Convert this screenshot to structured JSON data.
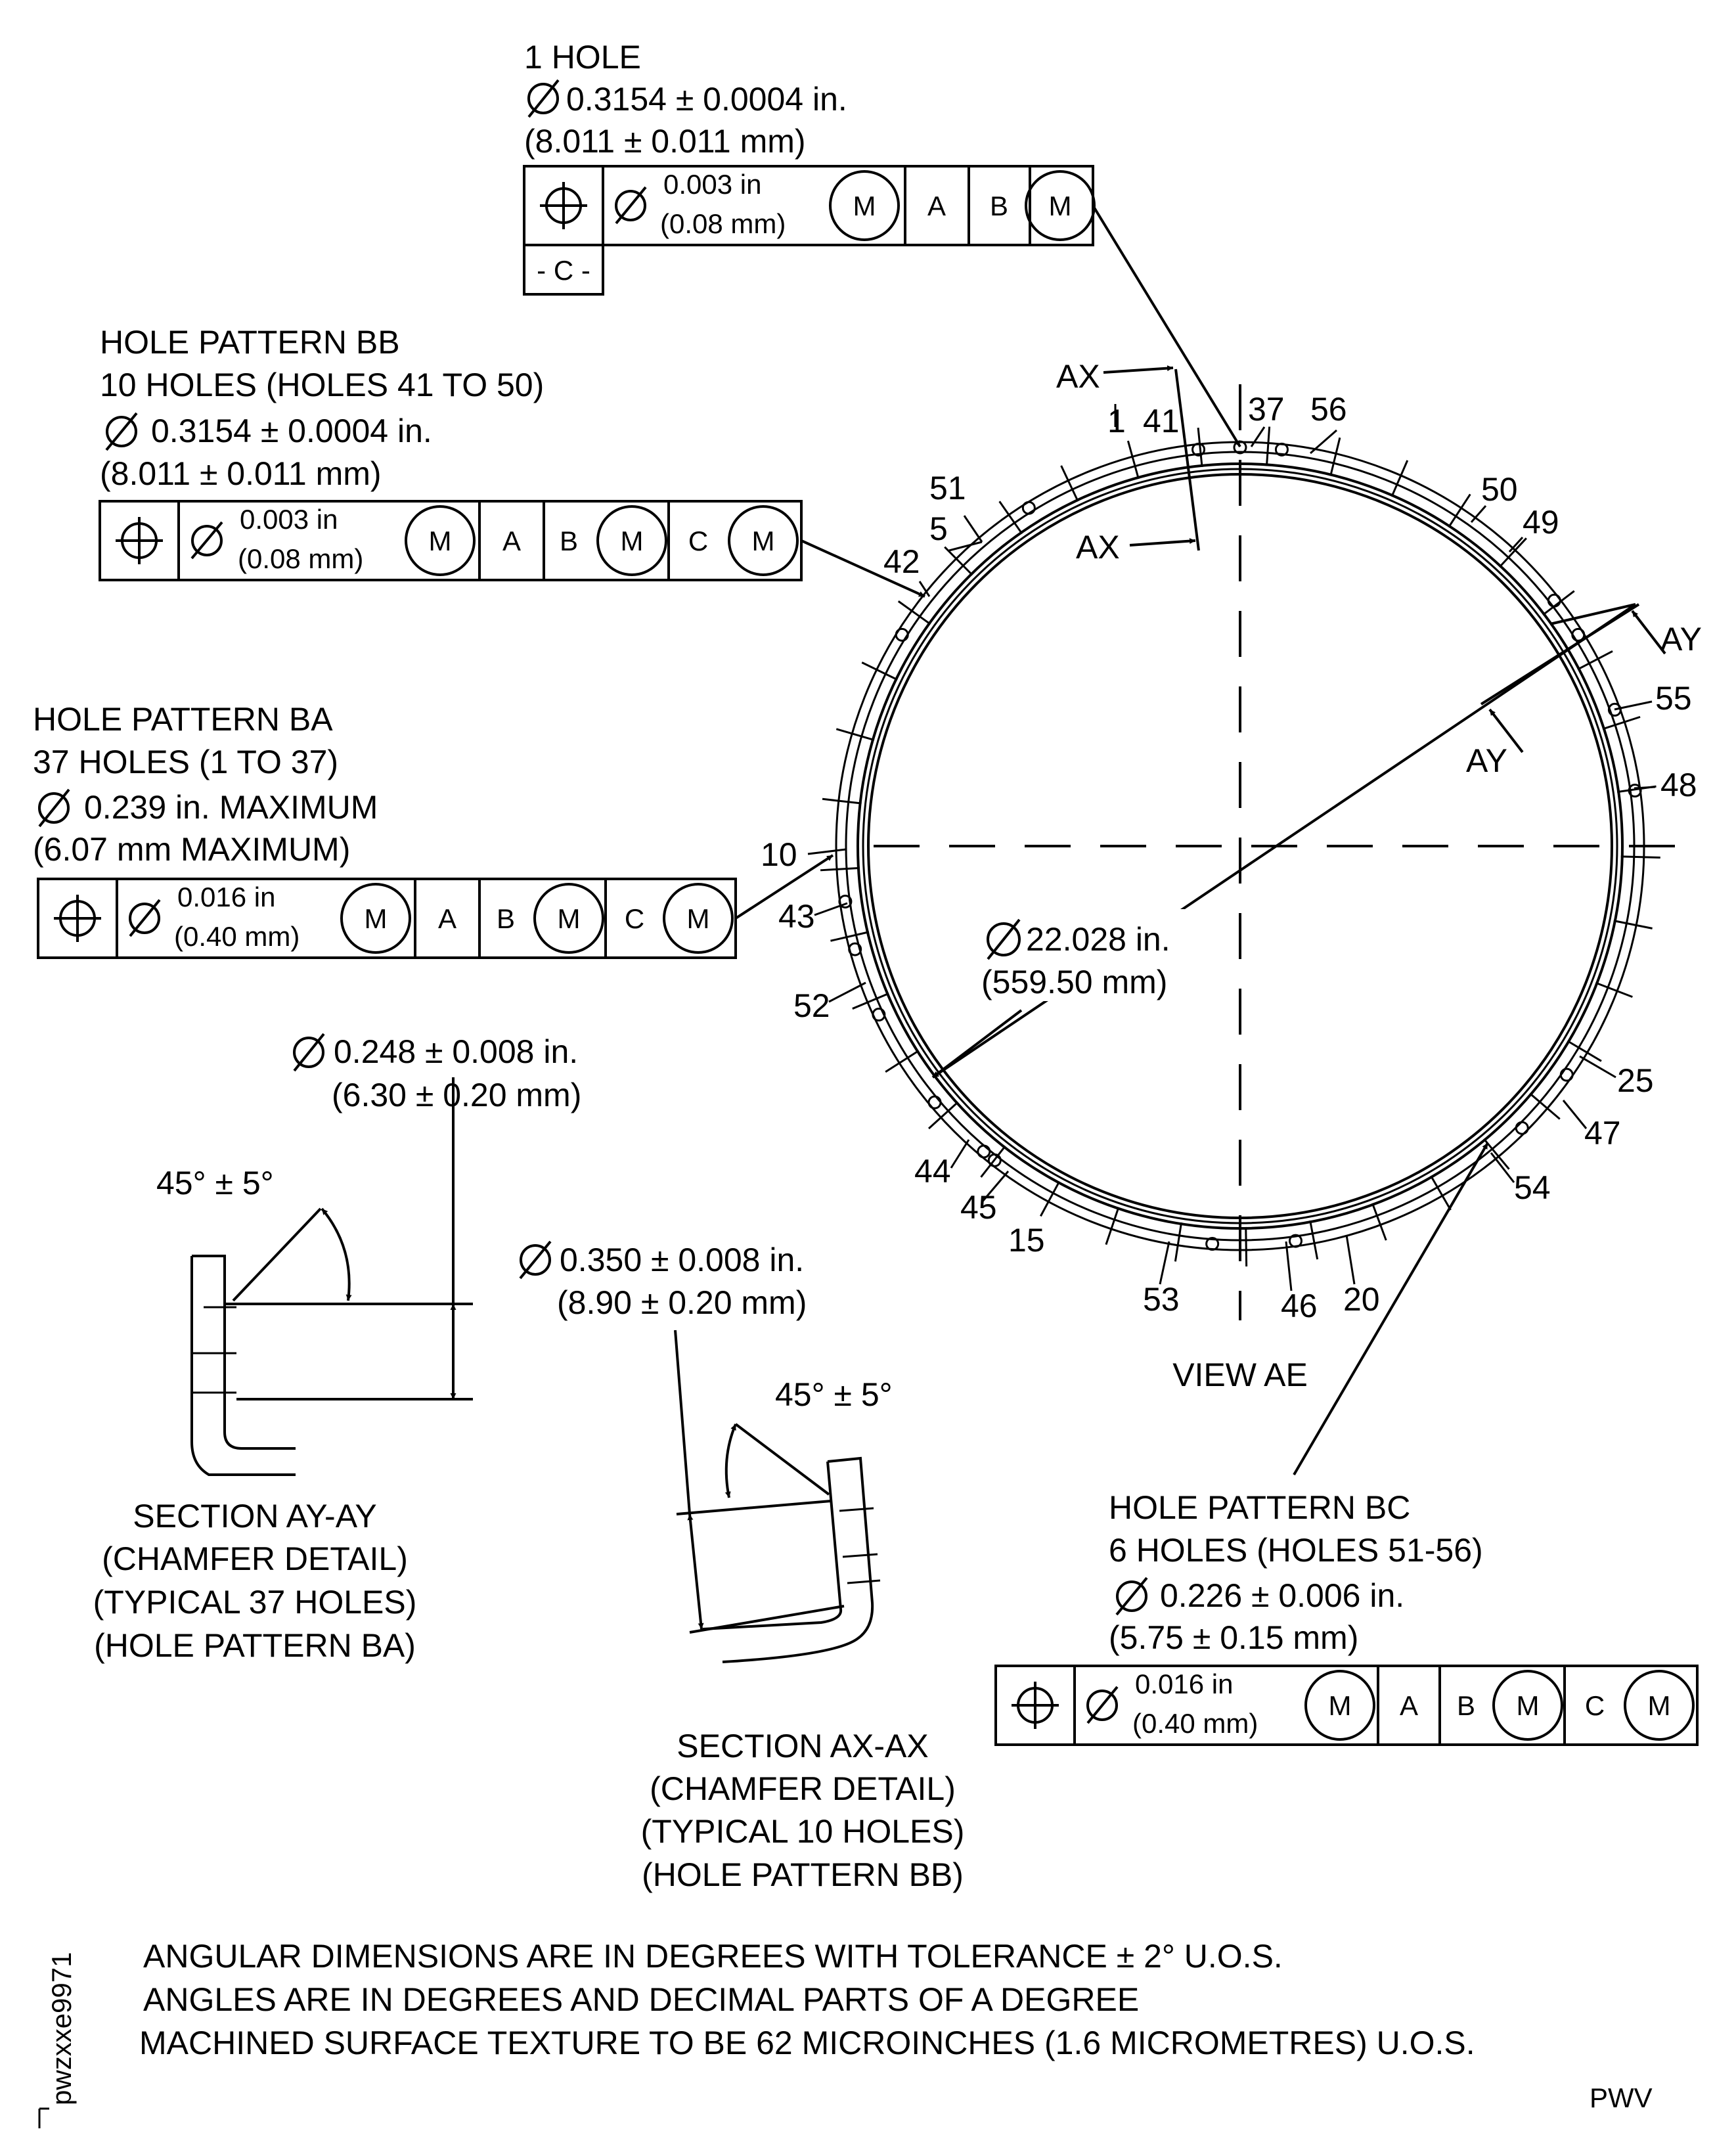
{
  "single_hole": {
    "count": "1 HOLE",
    "dia_in": "0.3154 ± 0.0004 in.",
    "dia_mm": "(8.011 ± 0.011 mm)",
    "fcf": {
      "tol_in": "0.003 in",
      "tol_mm": "(0.08 mm)",
      "mod": "M",
      "datum1": "A",
      "datum2": "B",
      "datum2_mod": "M"
    },
    "datum_id": "- C -"
  },
  "pattern_bb": {
    "title": "HOLE PATTERN BB",
    "count": "10 HOLES (HOLES 41 TO 50)",
    "dia_in": "0.3154 ± 0.0004 in.",
    "dia_mm": "(8.011 ± 0.011 mm)",
    "fcf": {
      "tol_in": "0.003 in",
      "tol_mm": "(0.08 mm)",
      "mod": "M",
      "datum1": "A",
      "datum2": "B",
      "datum2_mod": "M",
      "datum3": "C",
      "datum3_mod": "M"
    }
  },
  "pattern_ba": {
    "title": "HOLE PATTERN BA",
    "count": "37 HOLES (1 TO 37)",
    "dia_in": "0.239 in. MAXIMUM",
    "dia_mm": "(6.07 mm MAXIMUM)",
    "fcf": {
      "tol_in": "0.016 in",
      "tol_mm": "(0.40 mm)",
      "mod": "M",
      "datum1": "A",
      "datum2": "B",
      "datum2_mod": "M",
      "datum3": "C",
      "datum3_mod": "M"
    }
  },
  "pattern_bc": {
    "title": "HOLE PATTERN BC",
    "count": "6 HOLES (HOLES 51-56)",
    "dia_in": "0.226 ± 0.006 in.",
    "dia_mm": "(5.75 ± 0.15 mm)",
    "fcf": {
      "tol_in": "0.016 in",
      "tol_mm": "(0.40 mm)",
      "mod": "M",
      "datum1": "A",
      "datum2": "B",
      "datum2_mod": "M",
      "datum3": "C",
      "datum3_mod": "M"
    }
  },
  "ring": {
    "dia_in": "22.028 in.",
    "dia_mm": "(559.50 mm)",
    "view_label": "VIEW AE",
    "section_ax": "AX",
    "section_ay": "AY",
    "hole_labels": [
      "1",
      "41",
      "37",
      "56",
      "50",
      "49",
      "51",
      "5",
      "42",
      "55",
      "48",
      "10",
      "43",
      "52",
      "25",
      "47",
      "54",
      "44",
      "45",
      "15",
      "53",
      "46",
      "20"
    ]
  },
  "section_ay": {
    "dia_in": "0.248 ± 0.008 in.",
    "dia_mm": "(6.30 ± 0.20 mm)",
    "angle": "45° ± 5°",
    "caption": [
      "SECTION AY-AY",
      "(CHAMFER DETAIL)",
      "(TYPICAL 37 HOLES)",
      "(HOLE PATTERN BA)"
    ]
  },
  "section_ax": {
    "dia_in": "0.350 ± 0.008 in.",
    "dia_mm": "(8.90 ± 0.20 mm)",
    "angle": "45° ± 5°",
    "caption": [
      "SECTION AX-AX",
      "(CHAMFER DETAIL)",
      "(TYPICAL 10 HOLES)",
      "(HOLE PATTERN BB)"
    ]
  },
  "notes": [
    "ANGULAR DIMENSIONS ARE IN DEGREES WITH TOLERANCE ± 2° U.O.S.",
    "ANGLES ARE IN DEGREES AND DECIMAL PARTS OF A DEGREE",
    "MACHINED SURFACE TEXTURE TO BE 62 MICROINCHES (1.6 MICROMETRES) U.O.S."
  ],
  "figure_id": "pwzxxe9971",
  "source_code": "PWV"
}
